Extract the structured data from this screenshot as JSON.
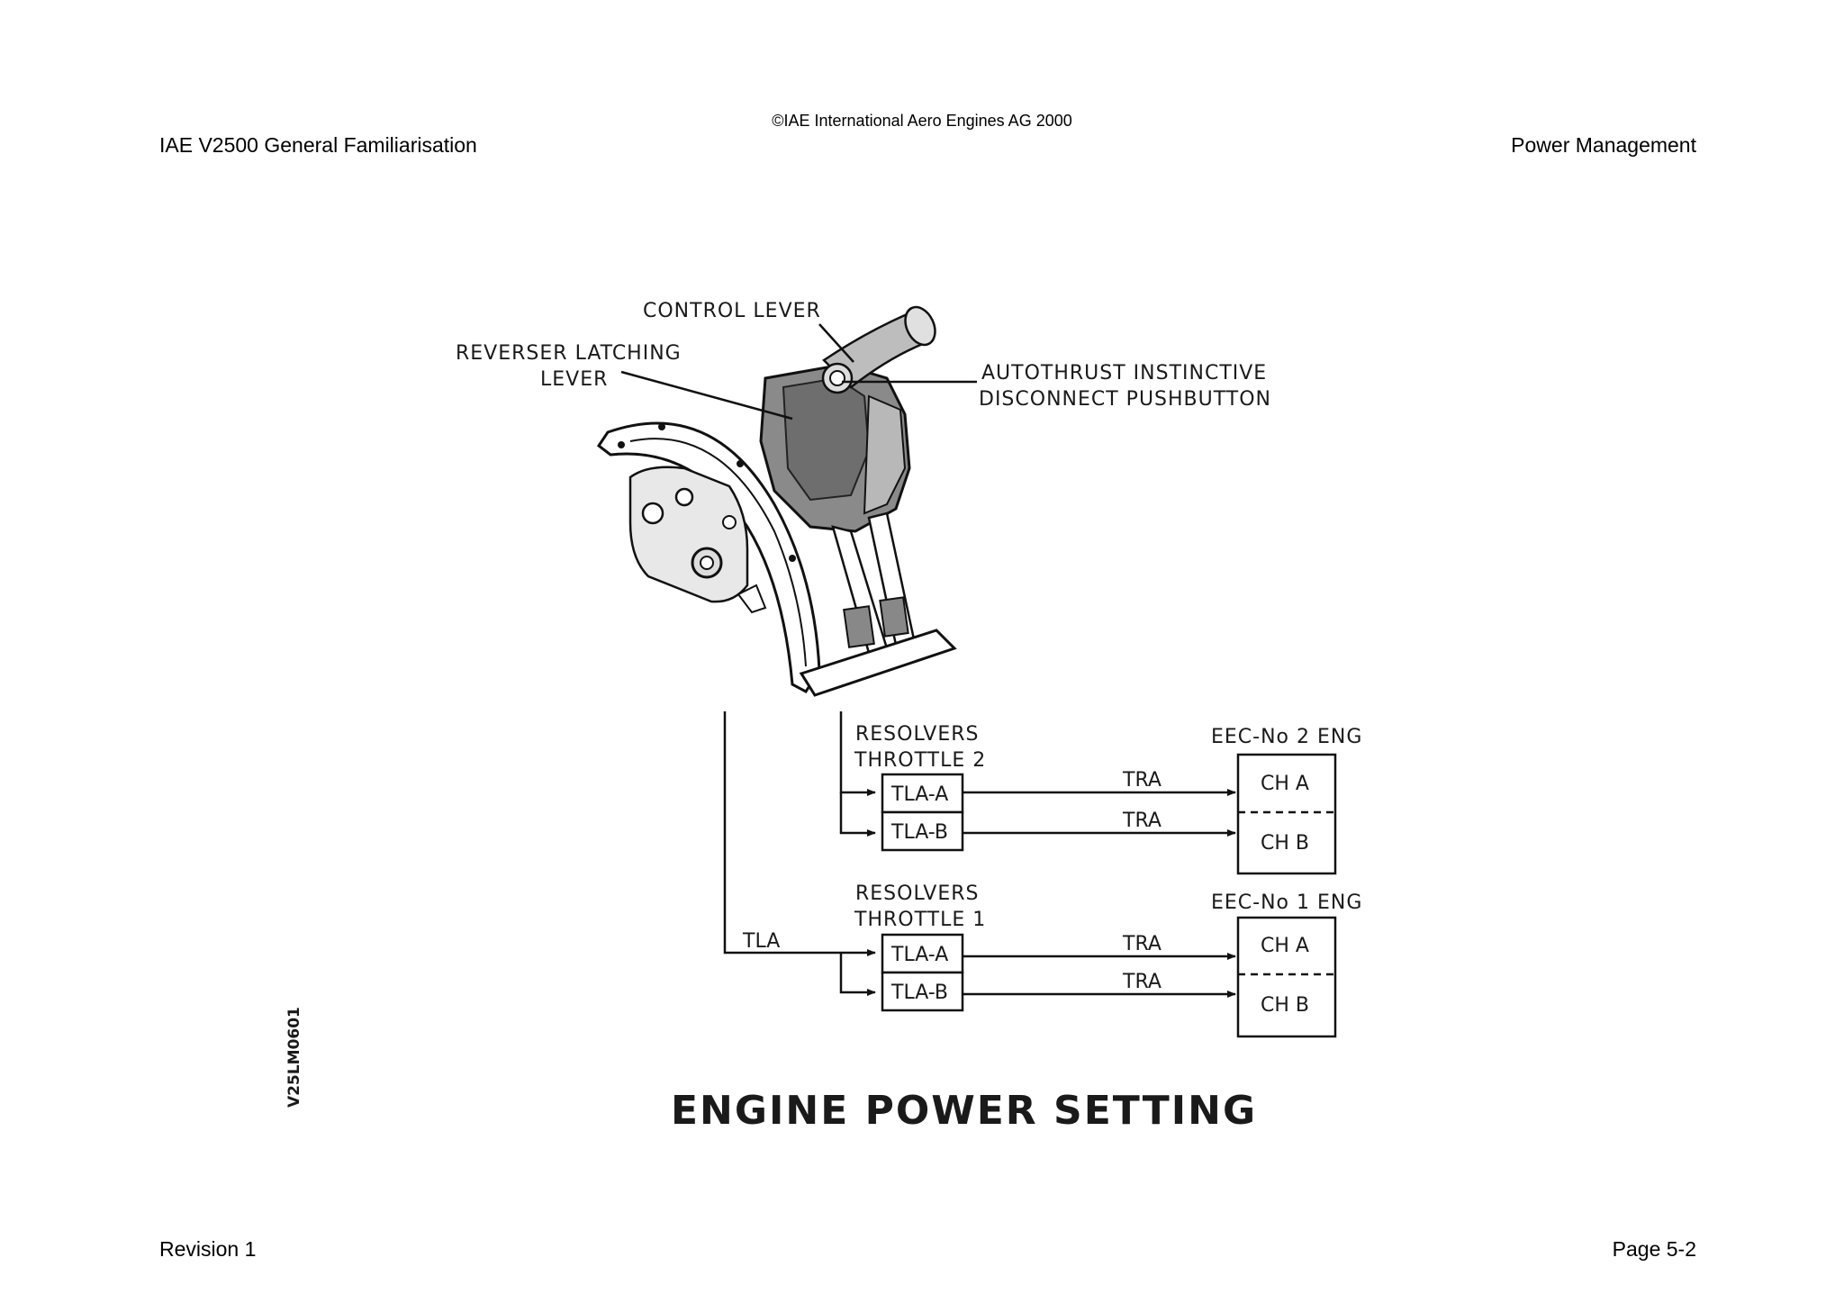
{
  "header": {
    "copyright": "©IAE International Aero Engines AG 2000",
    "doc_title": "IAE V2500 General Familiarisation",
    "section_title": "Power Management"
  },
  "footer": {
    "revision": "Revision 1",
    "page": "Page 5-2"
  },
  "diagram": {
    "title": "ENGINE POWER SETTING",
    "figure_ref": "V25LM0601",
    "callouts": {
      "control_lever": "CONTROL LEVER",
      "reverser_line1": "REVERSER LATCHING",
      "reverser_line2": "LEVER",
      "autothrust_line1": "AUTOTHRUST INSTINCTIVE",
      "autothrust_line2": "DISCONNECT PUSHBUTTON"
    },
    "throttle2": {
      "resolvers_line1": "RESOLVERS",
      "resolvers_line2": "THROTTLE 2",
      "tla_a": "TLA-A",
      "tla_b": "TLA-B",
      "tra_a": "TRA",
      "tra_b": "TRA",
      "eec": "EEC-No 2 ENG",
      "ch_a": "CH A",
      "ch_b": "CH B"
    },
    "throttle1": {
      "resolvers_line1": "RESOLVERS",
      "resolvers_line2": "THROTTLE 1",
      "tla_label": "TLA",
      "tla_a": "TLA-A",
      "tla_b": "TLA-B",
      "tra_a": "TRA",
      "tra_b": "TRA",
      "eec": "EEC-No 1 ENG",
      "ch_a": "CH A",
      "ch_b": "CH B"
    }
  }
}
